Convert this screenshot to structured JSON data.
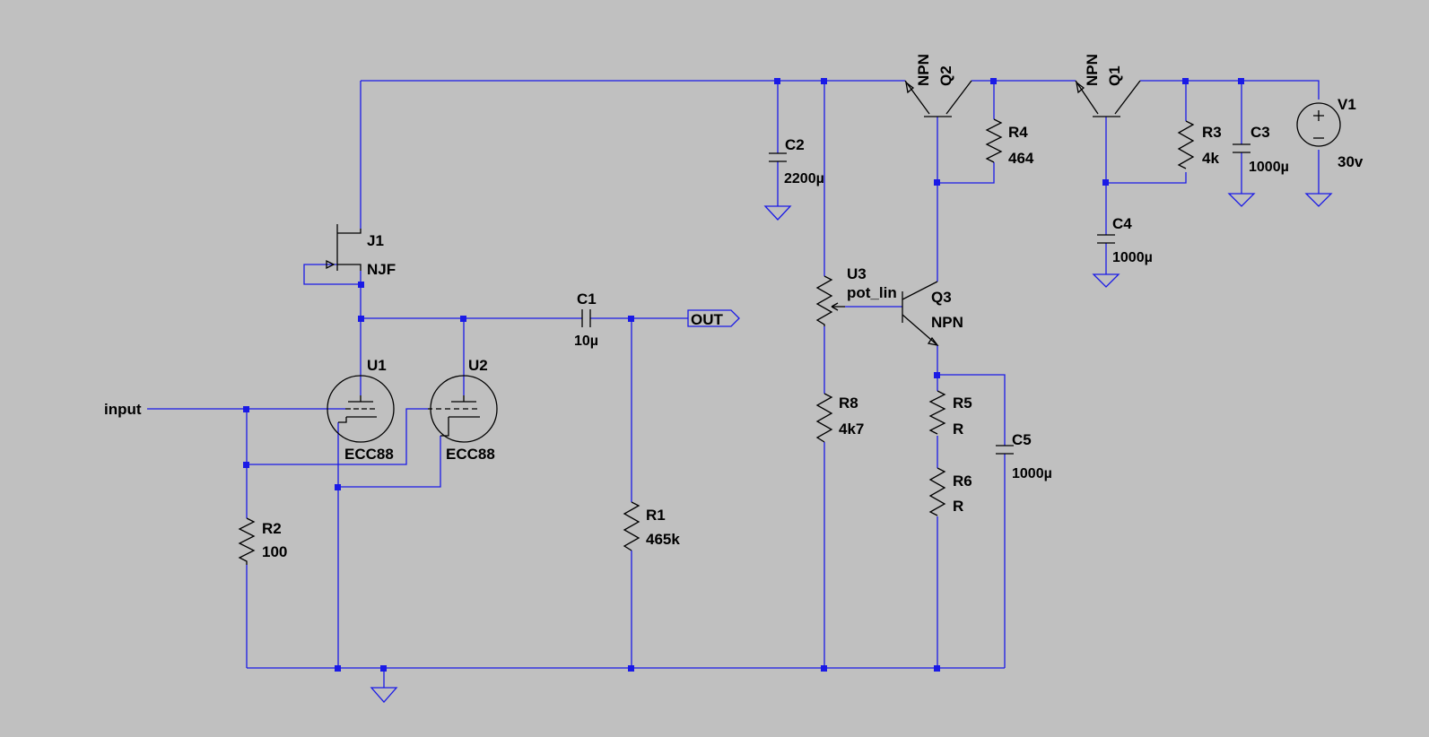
{
  "components": {
    "j1": {
      "name": "J1",
      "value": "NJF"
    },
    "c1": {
      "name": "C1",
      "value": "10µ"
    },
    "c2": {
      "name": "C2",
      "value": "2200µ"
    },
    "c3": {
      "name": "C3",
      "value": "1000µ"
    },
    "c4": {
      "name": "C4",
      "value": "1000µ"
    },
    "c5": {
      "name": "C5",
      "value": "1000µ"
    },
    "r1": {
      "name": "R1",
      "value": "465k"
    },
    "r2": {
      "name": "R2",
      "value": "100"
    },
    "r3": {
      "name": "R3",
      "value": "4k"
    },
    "r4": {
      "name": "R4",
      "value": "464"
    },
    "r5": {
      "name": "R5",
      "value": "R"
    },
    "r6": {
      "name": "R6",
      "value": "R"
    },
    "r8": {
      "name": "R8",
      "value": "4k7"
    },
    "u1": {
      "name": "U1",
      "value": "ECC88"
    },
    "u2": {
      "name": "U2",
      "value": "ECC88"
    },
    "u3": {
      "name": "U3",
      "value": "pot_lin"
    },
    "q1": {
      "name": "Q1",
      "value": "NPN"
    },
    "q2": {
      "name": "Q2",
      "value": "NPN"
    },
    "q3": {
      "name": "Q3",
      "value": "NPN"
    },
    "v1": {
      "name": "V1",
      "value": "30v"
    }
  },
  "nets": {
    "input": "input",
    "out": "OUT"
  },
  "colors": {
    "background": "#c0c0c0",
    "wire": "#1a1ae6",
    "component": "#000000"
  }
}
